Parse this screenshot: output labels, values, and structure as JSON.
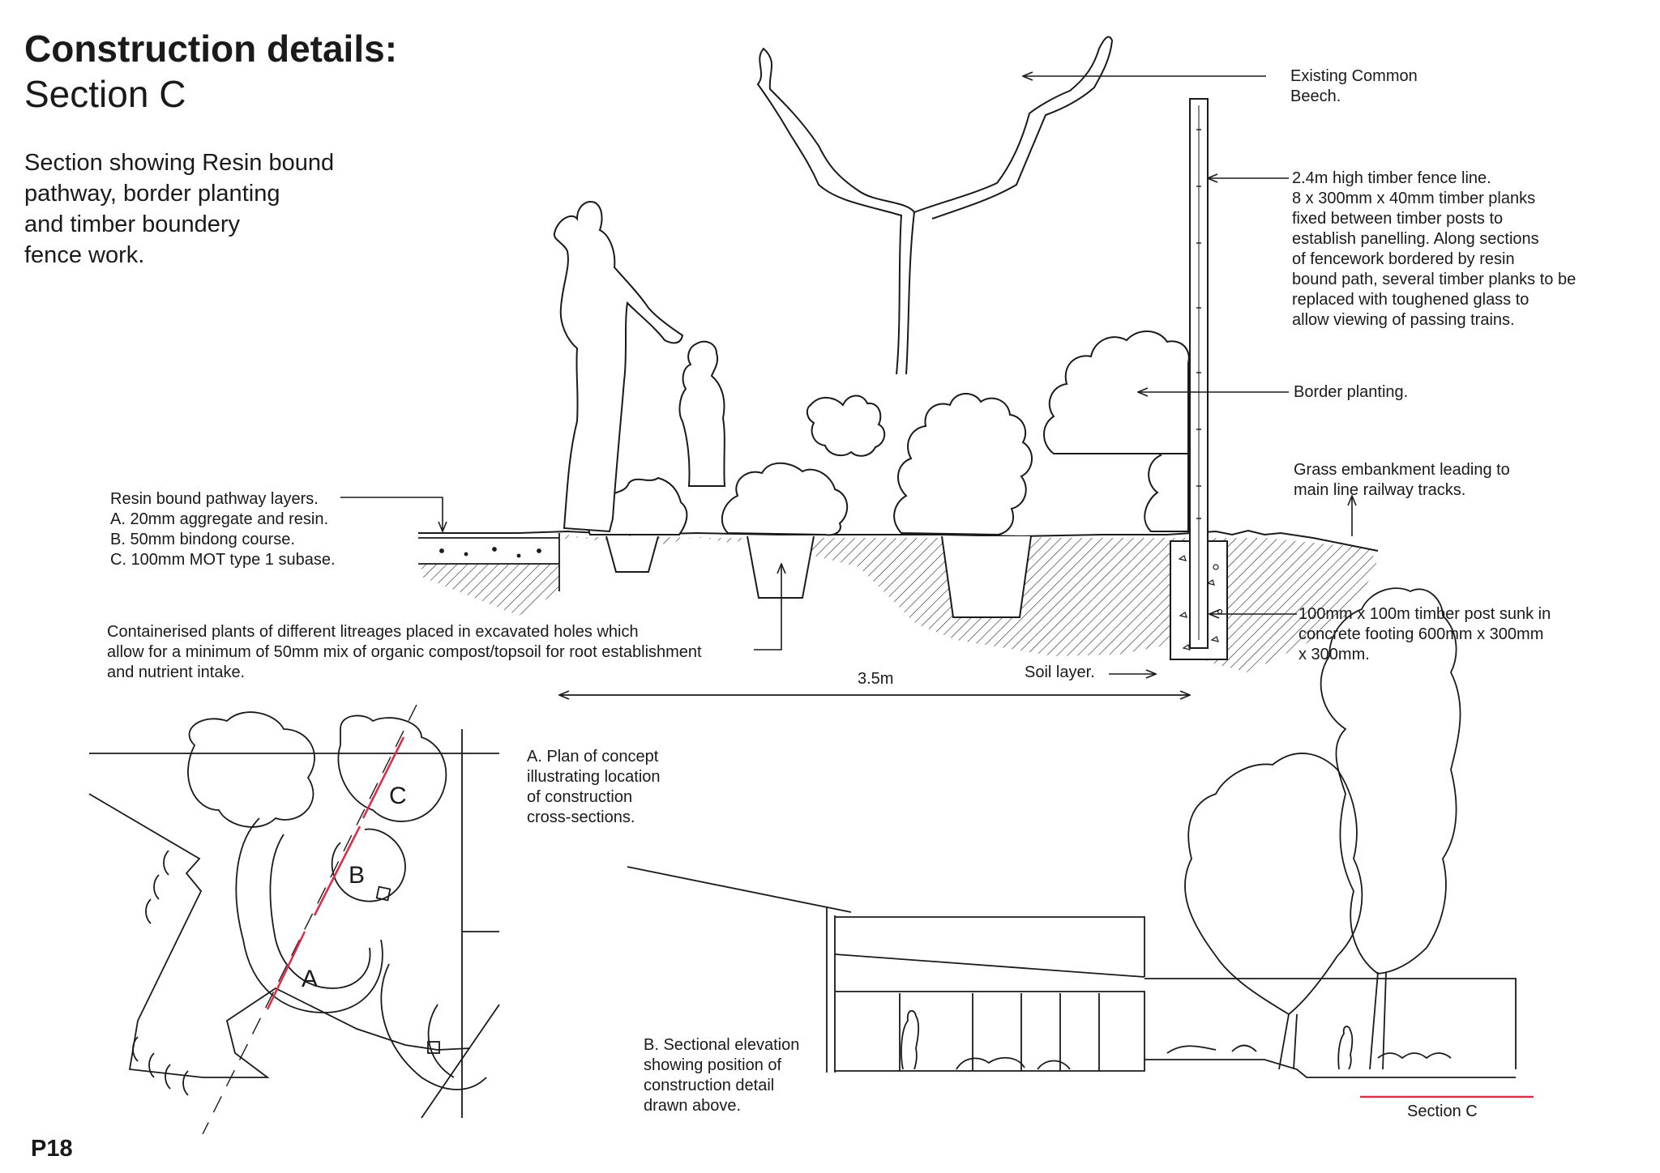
{
  "title": {
    "line1": "Construction details:",
    "line2": "Section C"
  },
  "intro": [
    "Section showing Resin bound",
    "pathway, border planting",
    "and timber boundery",
    "fence work."
  ],
  "annotations": {
    "tree": [
      "Existing Common",
      "Beech."
    ],
    "fence": [
      "2.4m high timber fence line.",
      "8 x 300mm x 40mm timber planks",
      "fixed between timber posts to",
      "establish panelling.  Along sections",
      "of fencework bordered by resin",
      "bound path, several timber planks to be",
      "replaced with toughened glass to",
      "allow viewing of passing trains."
    ],
    "border": [
      "Border planting."
    ],
    "grass": [
      "Grass embankment leading to",
      "main line railway tracks."
    ],
    "resin": [
      "Resin bound pathway layers.",
      "A. 20mm aggregate and resin.",
      "B. 50mm bindong course.",
      "C. 100mm MOT type 1 subase."
    ],
    "containers": [
      "Containerised plants of different litreages placed in excavated holes which",
      "allow for a minimum of 50mm mix of organic compost/topsoil for root establishment",
      "and nutrient intake."
    ],
    "post": [
      "100mm x 100m timber post sunk in",
      "concrete footing 600mm x 300mm",
      "x 300mm."
    ],
    "soil": [
      "Soil layer."
    ],
    "width": "3.5m"
  },
  "plan": {
    "caption": [
      "A. Plan of concept",
      "illustrating location",
      "of construction",
      "cross-sections."
    ],
    "markers": [
      "A",
      "B",
      "C"
    ]
  },
  "elevation": {
    "caption": [
      "B. Sectional elevation",
      "showing position of",
      "construction detail",
      "drawn above."
    ],
    "section_label": "Section C"
  },
  "page_number": "P18",
  "colors": {
    "ink": "#1a1a1a",
    "section_marker": "#d6334a"
  }
}
